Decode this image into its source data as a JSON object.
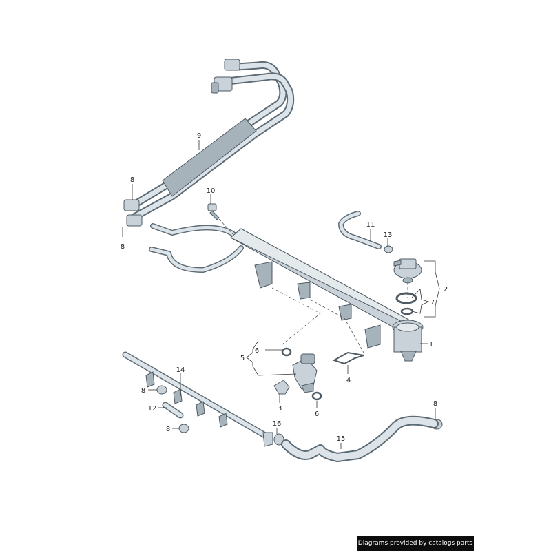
{
  "callouts": {
    "c1": "1",
    "c2": "2",
    "c3": "3",
    "c4": "4",
    "c5": "5",
    "c6a": "6",
    "c6b": "6",
    "c7": "7",
    "c8a": "8",
    "c8b": "8",
    "c8c": "8",
    "c8d": "8",
    "c8e": "8",
    "c9": "9",
    "c10": "10",
    "c11": "11",
    "c12": "12",
    "c13": "13",
    "c14": "14",
    "c15": "15",
    "c16": "16"
  },
  "credit": "Diagrams provided by catalogs parts"
}
